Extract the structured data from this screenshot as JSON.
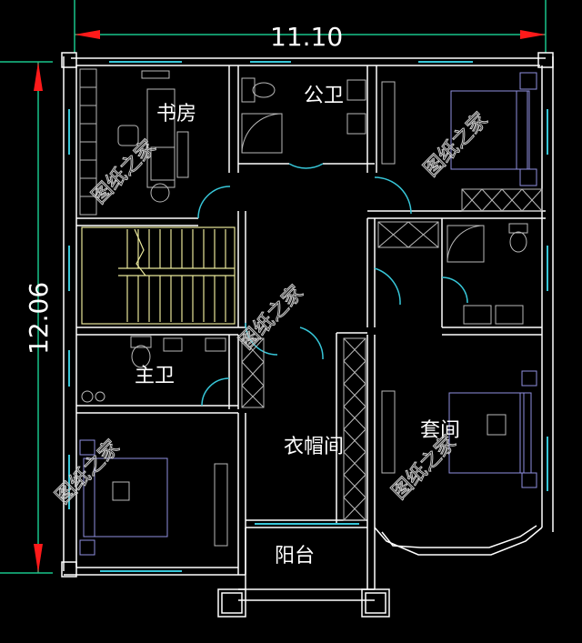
{
  "dimensions": {
    "width_label": "11.10",
    "height_label": "12.06"
  },
  "rooms": {
    "study": "书房",
    "public_bath": "公卫",
    "master_bath": "主卫",
    "wardrobe": "衣帽间",
    "suite": "套间",
    "balcony": "阳台"
  },
  "watermark": "图纸之家",
  "colors": {
    "background": "#000000",
    "wall": "#ffffff",
    "dimension_line": "#19c48a",
    "dimension_arrow": "#ff1a1a",
    "window": "#37c6d8",
    "stairs": "#e8e79a",
    "furniture": "#8f8fe0",
    "cabinet": "#b9b9b9"
  }
}
